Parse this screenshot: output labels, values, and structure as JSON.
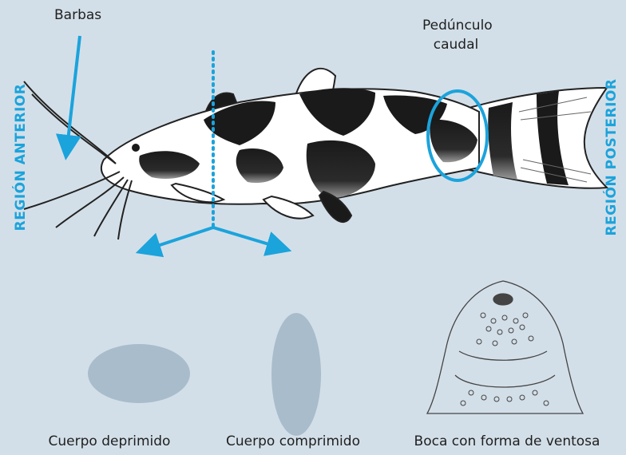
{
  "labels": {
    "barbels": "Barbas",
    "caudal_peduncle_line1": "Pedúnculo",
    "caudal_peduncle_line2": "caudal",
    "anterior_region": "REGIÓN ANTERIOR",
    "posterior_region": "REGIÓN POSTERIOR",
    "depressed_body": "Cuerpo deprimido",
    "compressed_body": "Cuerpo comprimido",
    "sucker_mouth": "Boca con forma de ventosa"
  },
  "colors": {
    "background": "#d3dfe8",
    "accent": "#1ba3dc",
    "shape_fill": "#a9bccb",
    "ink": "#1f1f1f"
  },
  "icons": {
    "fish": "catfish-illustration",
    "mouth": "sucker-mouth-illustration"
  }
}
